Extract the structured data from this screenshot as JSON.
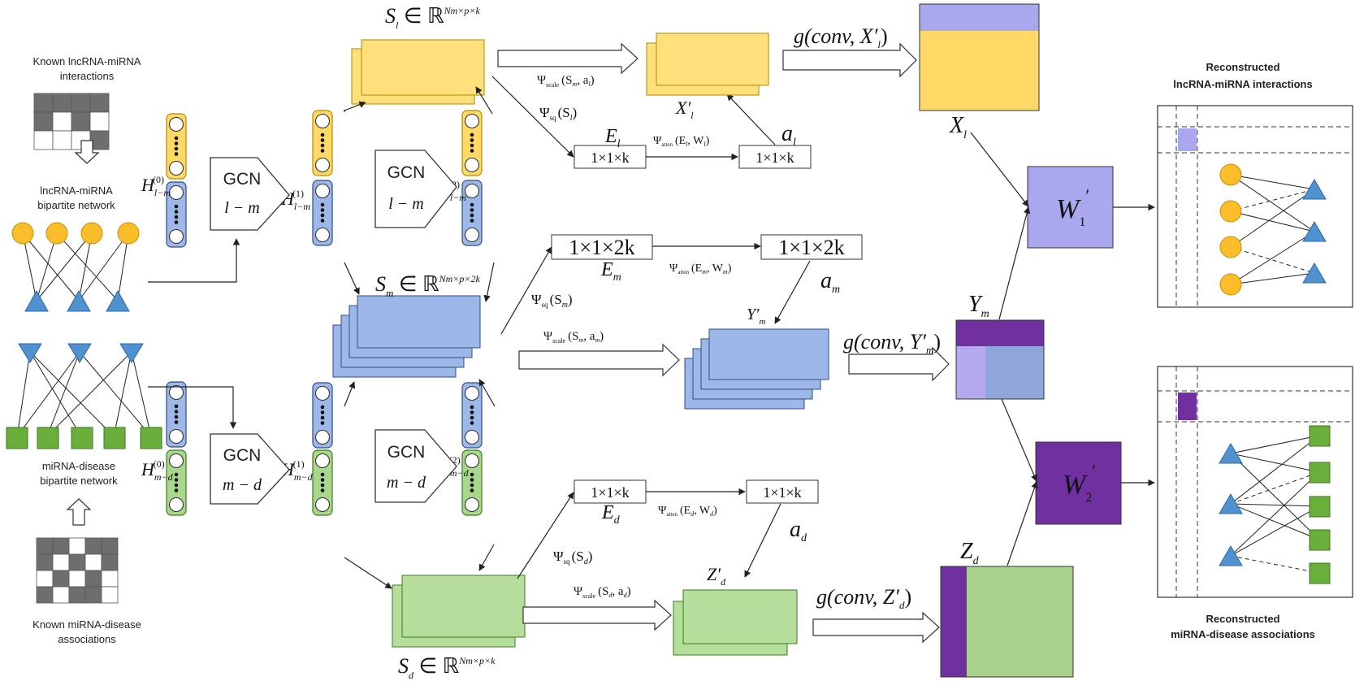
{
  "labels": {
    "known_lm_1": "Known lncRNA-miRNA",
    "known_lm_2": "interactions",
    "bip_lm_1": "lncRNA-miRNA",
    "bip_lm_2": "bipartite network",
    "bip_md_1": "miRNA-disease",
    "bip_md_2": "bipartite network",
    "known_md_1": "Known miRNA-disease",
    "known_md_2": "associations",
    "recon_lm_1": "Reconstructed",
    "recon_lm_2": "lncRNA-miRNA interactions",
    "recon_md_1": "Reconstructed",
    "recon_md_2": "miRNA-disease  associations"
  },
  "gcn": [
    {
      "title": "GCN",
      "sub": "l − m"
    },
    {
      "title": "GCN",
      "sub": "l − m"
    },
    {
      "title": "GCN",
      "sub": "m − d"
    },
    {
      "title": "GCN",
      "sub": "m − d"
    }
  ],
  "embeddings": {
    "H_lm0": {
      "base": "H",
      "sub": "l−m",
      "sup": "(0)"
    },
    "H_lm1": {
      "base": "H",
      "sub": "l−m",
      "sup": "(1)"
    },
    "H_lm2": {
      "base": "H",
      "sub": "l−m",
      "sup": "(2)"
    },
    "H_md0": {
      "base": "H",
      "sub": "m−d",
      "sup": "(0)"
    },
    "H_md1": {
      "base": "H",
      "sub": "m−d",
      "sup": "(1)"
    },
    "H_md2": {
      "base": "H",
      "sub": "m−d",
      "sup": "(2)"
    }
  },
  "tensors": {
    "S_l": {
      "lhs": "S",
      "sub": "l",
      "rel": " ∈ ℝ",
      "sup": "Nm×p×k"
    },
    "S_m": {
      "lhs": "S",
      "sub": "m",
      "rel": " ∈ ℝ",
      "sup": "Nm×p×2k"
    },
    "S_d": {
      "lhs": "S",
      "sub": "d",
      "rel": " ∈ ℝ",
      "sup": "Nm×p×k"
    }
  },
  "vectors": {
    "E_l_box": "1×1×k",
    "a_l_box": "1×1×k",
    "E_m_box": "1×1×2k",
    "a_m_box": "1×1×2k",
    "E_d_box": "1×1×k",
    "a_d_box": "1×1×k",
    "E_l": "E",
    "E_l_sub": "l",
    "a_l": "a",
    "a_l_sub": "l",
    "E_m": "E",
    "E_m_sub": "m",
    "a_m": "a",
    "a_m_sub": "m",
    "E_d": "E",
    "E_d_sub": "d",
    "a_d": "a",
    "a_d_sub": "d"
  },
  "ops": {
    "psi": "Ψ",
    "scale": "scale",
    "sq": "sq",
    "atten": "atten",
    "scale_l_args": "(S",
    "scale_l_args_sub": "m",
    "scale_l_args2": ", a",
    "scale_l_args2_sub": "l",
    "sq_l_args": "(S",
    "sq_l_args_sub": "l",
    "atten_l_args": "(E",
    "atten_l_args_sub": "l",
    "atten_l_args2": ", W",
    "atten_l_args2_sub": "l",
    "sq_m_args": "(S",
    "sq_m_args_sub": "m",
    "atten_m_args": "(E",
    "atten_m_args_sub": "m",
    "atten_m_args2": ", W",
    "atten_m_args2_sub": "m",
    "scale_m_args": "(S",
    "scale_m_args_sub": "m",
    "scale_m_args2": ", a",
    "scale_m_args2_sub": "m",
    "sq_d_args": "(S",
    "sq_d_args_sub": "d",
    "atten_d_args": "(E",
    "atten_d_args_sub": "d",
    "atten_d_args2": ", W",
    "atten_d_args2_sub": "d",
    "scale_d_args": "(S",
    "scale_d_args_sub": "d",
    "scale_d_args2": ", a",
    "scale_d_args2_sub": "d",
    "close": ")"
  },
  "outputs": {
    "X_l_prime": "X′",
    "X_l_prime_sub": "l",
    "Y_m_prime": "Y′",
    "Y_m_prime_sub": "m",
    "Z_d_prime": "Z′",
    "Z_d_prime_sub": "d",
    "g_X": "g(conv, X′",
    "g_X_sub": "l",
    "g_Y": "g(conv, Y′",
    "g_Y_sub": "m",
    "g_Z": "g(conv, Z′",
    "g_Z_sub": "d",
    "g_close": ")",
    "X_l": "X",
    "X_l_sub": "l",
    "Y_m": "Y",
    "Y_m_sub": "m",
    "Z_d": "Z",
    "Z_d_sub": "d",
    "W1": "W",
    "W1_sub": "1",
    "W2": "W",
    "W2_sub": "2",
    "prime": "′"
  },
  "colors": {
    "yellow": "#FFE07A",
    "yellow_border": "#C9A000",
    "blue": "#9DB8E8",
    "blue_border": "#3F5E9A",
    "green": "#B5DE9C",
    "green_border": "#4E8A2E",
    "lavender": "#A7A3EE",
    "purple": "#7030A0",
    "node_yellow": "#F9BE2A",
    "node_blue": "#4F92CF",
    "node_green": "#6AAE3C",
    "grid_dark": "#6E6E6E"
  }
}
